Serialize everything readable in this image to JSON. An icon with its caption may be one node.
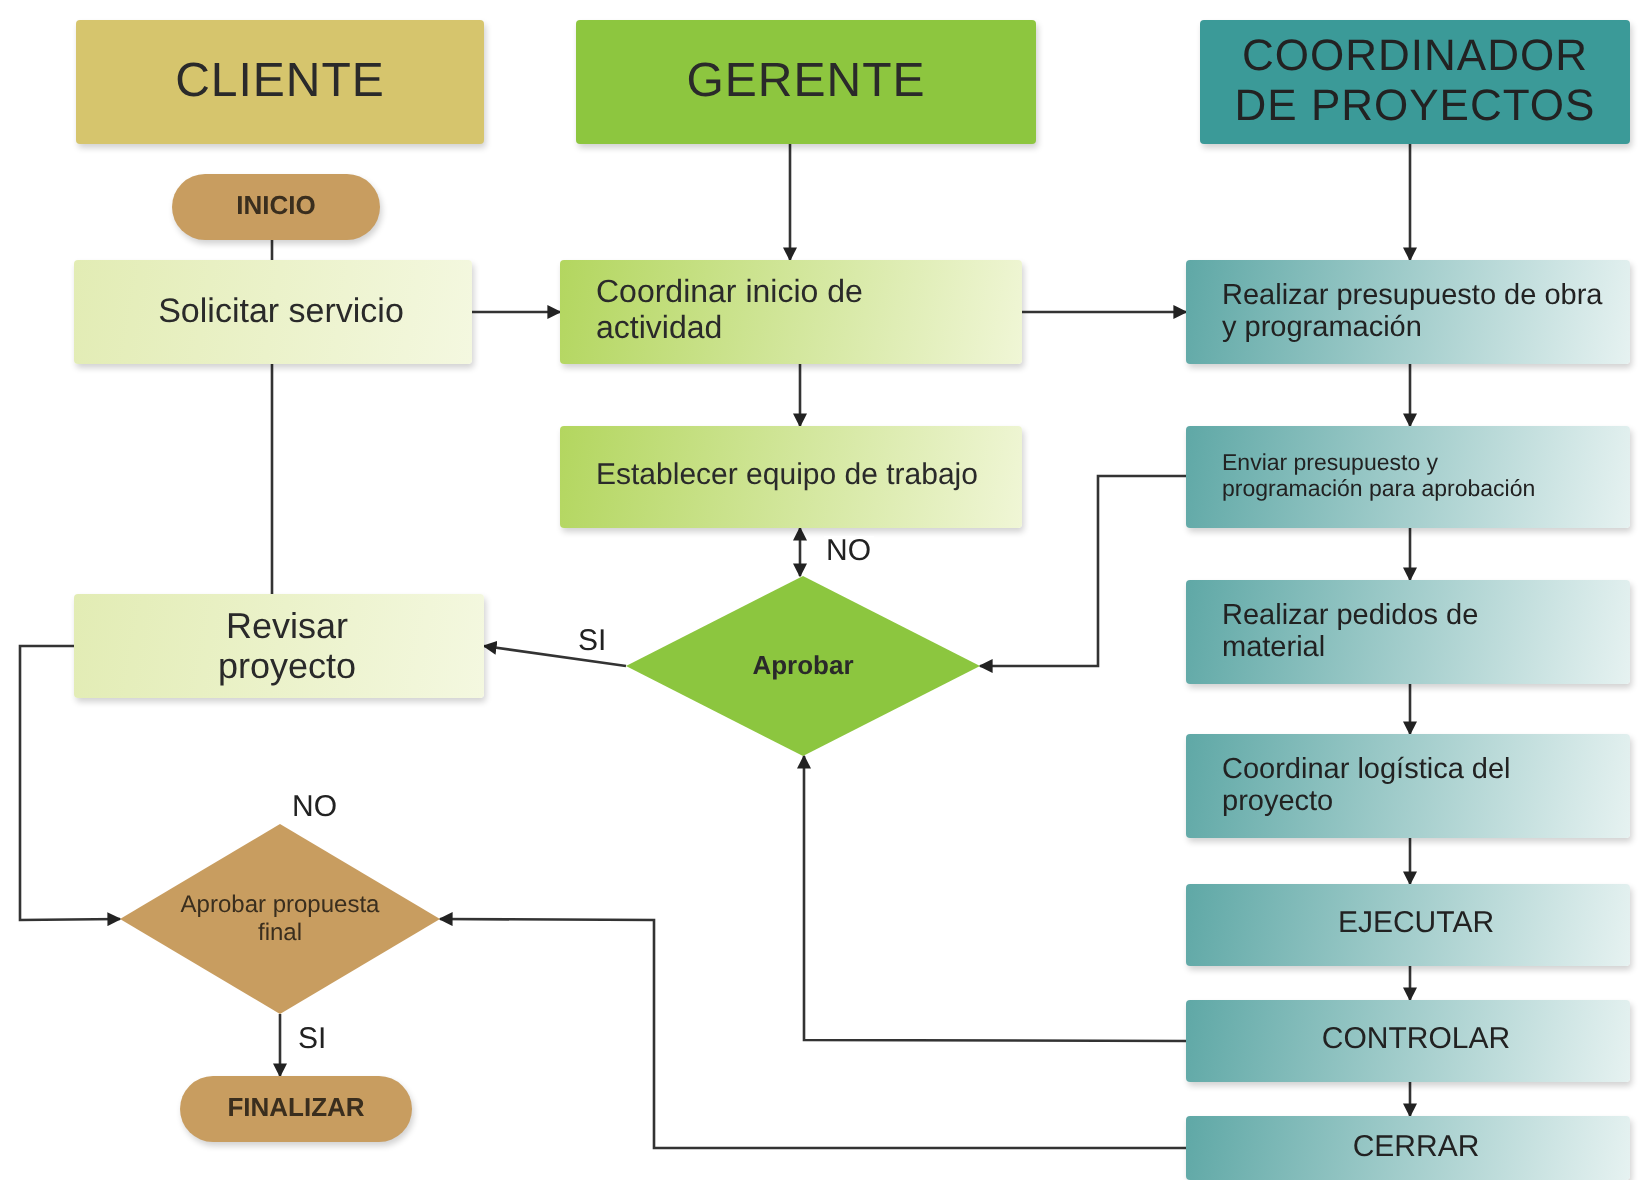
{
  "diagram": {
    "nodes": [
      {
        "text": [
          "CLIENTE"
        ]
      },
      {
        "text": [
          "GERENTE"
        ]
      },
      {
        "text": [
          "COORDINADOR DE PROYECTOS"
        ]
      },
      {
        "text": [
          "INICIO"
        ]
      },
      {
        "text": [
          "Solicitar servicio"
        ]
      },
      {
        "text": [
          "Coordinar inicio de actividad"
        ]
      },
      {
        "text": [
          "Realizar presupuesto de obra y programación"
        ]
      },
      {
        "text": [
          "Establecer equipo de trabajo"
        ]
      },
      {
        "text": [
          "Enviar presupuesto y programación para aprobación"
        ]
      },
      {
        "text": [
          "Revisar proyecto"
        ]
      },
      {
        "text": [
          "Aprobar"
        ]
      },
      {
        "text": [
          "Realizar pedidos de material"
        ]
      },
      {
        "text": [
          "Coordinar logística del proyecto"
        ]
      },
      {
        "text": [
          "Aprobar propuesta final"
        ],
        "beside": [
          "NO"
        ]
      },
      {
        "text": [
          "EJECUTAR"
        ]
      },
      {
        "text": [
          "CONTROLAR"
        ]
      },
      {
        "text": [
          "FINALIZAR"
        ]
      },
      {
        "text": [
          "CERRAR"
        ]
      }
    ],
    "edges": [
      {
        "from": 3,
        "to": 4,
        "arrow": "none"
      },
      {
        "from": 4,
        "to": 5,
        "arrow": "to"
      },
      {
        "from": 1,
        "to": 5,
        "arrow": "to"
      },
      {
        "from": 5,
        "to": 6,
        "arrow": "to"
      },
      {
        "from": 2,
        "to": 6,
        "arrow": "to"
      },
      {
        "from": 5,
        "to": 7,
        "arrow": "to"
      },
      {
        "from": 6,
        "to": 8,
        "arrow": "to"
      },
      {
        "from": 10,
        "to": 7,
        "arrow": "both",
        "label": "NO"
      },
      {
        "from": 8,
        "to": 10,
        "arrow": "to"
      },
      {
        "from": 10,
        "to": 9,
        "arrow": "to",
        "label": "SI"
      },
      {
        "from": 4,
        "to": 9,
        "arrow": "none"
      },
      {
        "from": 9,
        "to": 13,
        "arrow": "to"
      },
      {
        "from": 8,
        "to": 11,
        "arrow": "to"
      },
      {
        "from": 11,
        "to": 12,
        "arrow": "to"
      },
      {
        "from": 12,
        "to": 14,
        "arrow": "to"
      },
      {
        "from": 14,
        "to": 15,
        "arrow": "to"
      },
      {
        "from": 15,
        "to": 10,
        "arrow": "to"
      },
      {
        "from": 15,
        "to": 17,
        "arrow": "to"
      },
      {
        "from": 17,
        "to": 13,
        "arrow": "to"
      },
      {
        "from": 13,
        "to": 16,
        "arrow": "to",
        "label": "SI"
      }
    ]
  }
}
